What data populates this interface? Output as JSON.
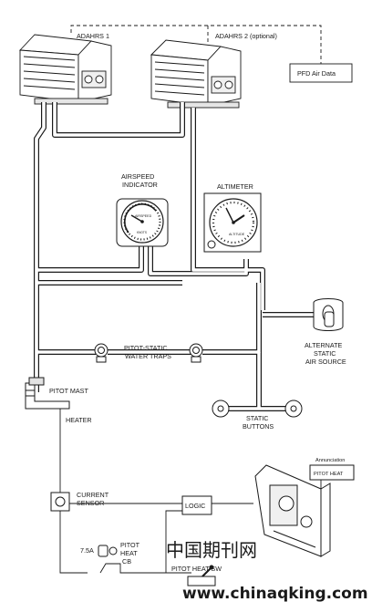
{
  "labels": {
    "adahrs1": "ADAHRS 1",
    "adahrs2": "ADAHRS 2 (optional)",
    "pfd": "PFD Air Data",
    "airspeed_1": "AIRSPEED",
    "airspeed_2": "INDICATOR",
    "altimeter": "ALTIMETER",
    "traps_1": "PITOT-STATIC",
    "traps_2": "WATER TRAPS",
    "alt_static_1": "ALTERNATE",
    "alt_static_2": "STATIC",
    "alt_static_3": "AIR SOURCE",
    "pitot_mast": "PITOT MAST",
    "heater": "HEATER",
    "static_buttons_1": "STATIC",
    "static_buttons_2": "BUTTONS",
    "current_sensor_1": "CURRENT",
    "current_sensor_2": "SENSOR",
    "logic": "LOGIC",
    "annunciation": "Annunciation",
    "pitot_heat_annun": "PITOT HEAT",
    "cb_rating": "7.5A",
    "pitot_heat_cb_1": "PITOT",
    "pitot_heat_cb_2": "HEAT",
    "pitot_heat_cb_3": "CB",
    "pitot_heat_sw": "PITOT HEAT SW",
    "asi_face_top": "AIRSPEED",
    "asi_face_bottom": "KNOTS",
    "alt_face": "ALTITUDE",
    "watermark_cn": "中国期刊网",
    "watermark_url": "www.chinaqking.com"
  },
  "colors": {
    "line": "#1a1a1a",
    "tube_fill": "#ffffff",
    "box_fill": "#f4f4f4",
    "watermark": "#b9b9b9"
  }
}
